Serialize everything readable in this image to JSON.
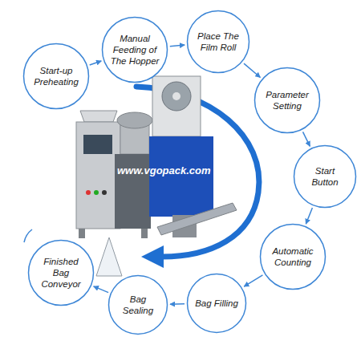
{
  "diagram": {
    "nodes": [
      {
        "text": [
          "Start-up Preheating"
        ]
      },
      {
        "text": [
          "Manual Feeding of The Hopper"
        ]
      },
      {
        "text": [
          "Place The Film Roll"
        ]
      },
      {
        "text": [
          "Parameter Setting"
        ]
      },
      {
        "text": [
          "Start Button"
        ]
      },
      {
        "text": [
          "Automatic Counting"
        ]
      },
      {
        "text": [
          "Bag Filling"
        ]
      },
      {
        "text": [
          "Bag Sealing"
        ]
      },
      {
        "text": [
          "Finished Bag Conveyor"
        ]
      }
    ],
    "edges": [
      {
        "from": 0,
        "to": 1,
        "arrow": "to"
      },
      {
        "from": 1,
        "to": 2,
        "arrow": "to"
      },
      {
        "from": 2,
        "to": 3,
        "arrow": "to"
      },
      {
        "from": 3,
        "to": 4,
        "arrow": "to"
      },
      {
        "from": 4,
        "to": 5,
        "arrow": "to"
      },
      {
        "from": 5,
        "to": 6,
        "arrow": "to"
      },
      {
        "from": 6,
        "to": 7,
        "arrow": "to"
      },
      {
        "from": 7,
        "to": 8,
        "arrow": "to"
      }
    ],
    "labels": [
      "www.vgopack.com"
    ]
  }
}
